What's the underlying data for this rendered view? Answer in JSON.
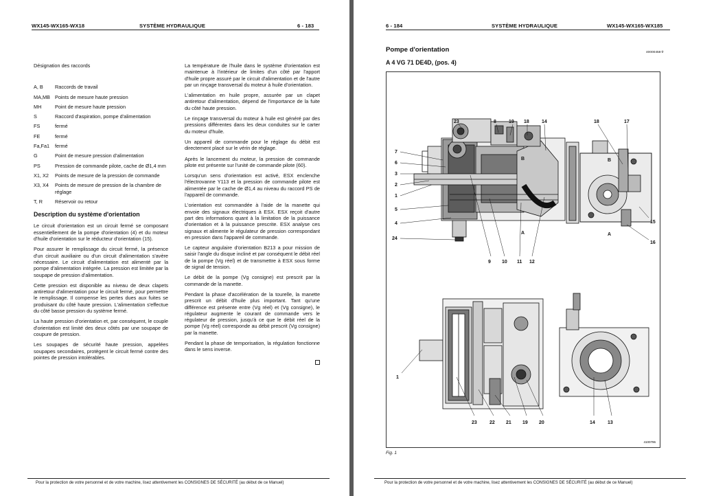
{
  "left": {
    "header": {
      "model": "WX145-WX165-WX18",
      "section": "SYSTÈME HYDRAULIQUE",
      "page": "6 - 183"
    },
    "designation_title": "Désignation des raccords",
    "connections": [
      {
        "code": "A, B",
        "desc": "Raccords de travail"
      },
      {
        "code": "MA,MB",
        "desc": "Points de mesure haute pression"
      },
      {
        "code": "MH",
        "desc": "Point de mesure haute pression"
      },
      {
        "code": "S",
        "desc": "Raccord d'aspiration, pompe d'alimentation"
      },
      {
        "code": "FS",
        "desc": "fermé"
      },
      {
        "code": "FE",
        "desc": "fermé"
      },
      {
        "code": "Fa,Fa1",
        "desc": "fermé"
      },
      {
        "code": "G",
        "desc": "Point de mesure pression d'alimentation"
      },
      {
        "code": "PS",
        "desc": "Pression de commande pilote, cache de Ø1,4 mm"
      },
      {
        "code": "X1, X2",
        "desc": "Points de mesure de la pression de commande"
      },
      {
        "code": "X3, X4",
        "desc": "Points de mesure de pression de la chambre de réglage"
      },
      {
        "code": "T, R",
        "desc": "Réservoir ou retour"
      }
    ],
    "section_title": "Description du système d'orientation",
    "col1_paragraphs": [
      "Le circuit d'orientation est un circuit fermé se composant essentiellement de la pompe d'orientation (4) et du moteur d'huile d'orientation sur le réducteur d'orientation (15).",
      "Pour assurer le remplissage du circuit fermé, la présence d'un circuit auxiliaire ou d'un circuit d'alimentation s'avère nécessaire. Le circuit d'alimentation est alimenté par la pompe d'alimentation intégrée. La pression est limitée par la soupape de pression d'alimentation.",
      "Cette pression est disponible au niveau de deux clapets antiretour d'alimentation pour le circuit fermé, pour permettre le remplissage. Il compense les pertes dues aux fuites se produisant du côté haute pression. L'alimentation s'effectue du côté basse pression du système fermé.",
      "La haute pression d'orientation et, par conséquent, le couple d'orientation est limité des deux côtés par une soupape de coupure de pression.",
      "Les soupapes de sécurité haute pression, appelées soupapes secondaires, protègent le circuit fermé contre des pointes de pression intolérables."
    ],
    "col2_paragraphs": [
      "La température de l'huile dans le système d'orientation est maintenue à l'intérieur de limites d'un côté par l'apport d'huile propre assuré par le circuit d'alimentation et de l'autre par un rinçage transversal du moteur à huile d'orientation.",
      "L'alimentation en huile propre, assurée par un clapet antiretour d'alimentation, dépend de l'importance de la fuite du côté haute pression.",
      "Le rinçage transversal du moteur à huile est généré par des pressions différentes dans les deux conduites sur le carter du moteur d'huile.",
      "Un appareil de commande pour le réglage du débit est directement placé sur le vérin de réglage.",
      "Après le lancement du moteur, la pression de commande pilote est présente sur l'unité de commande pilote (60).",
      "Lorsqu'un sens d'orientation est activé, ESX enclenche l'électrovanne Y113 et la pression de commande pilote est alimentée par le cache de Ø1,4 au niveau du raccord PS de l'appareil de commande.",
      "L'orientation est commandée à l'aide de la manette qui envoie des signaux électriques à ESX. ESX reçoit d'autre part des informations quant à la limitation de la puissance d'orientation et à la puissance prescrite. ESX analyse ces signaux et alimente le régulateur de pression correspondant en pression dans l'appareil de commande.",
      "Le capteur angulaire d'orientation B213 a pour mission de saisir l'angle du disque incliné et par conséquent le débit réel de la pompe (Vg réel) et de transmettre à ESX sous forme de signal de tension.",
      "Le débit de la pompe (Vg consigne) est prescrit par la commande de la manette.",
      "Pendant la phase d'accélération de la tourelle, la manette prescrit un débit d'huile plus important. Tant qu'une différence est présente entre (Vg réel) et (Vg consigne), le régulateur augmente le courant de commande vers le régulateur de pression, jusqu'à ce que le débit réel de la pompe (Vg réel) corresponde au débit prescrit (Vg consigne) par la manette.",
      "Pendant la phase de temporisation, la régulation fonctionne dans le sens inverse."
    ],
    "footer": "Pour la protection de votre personnel et de votre machine, lisez attentivement les CONSIGNES DE SÉCURITÉ (au début de ce Manuel)"
  },
  "right": {
    "header": {
      "page": "6 - 184",
      "section": "SYSTÈME HYDRAULIQUE",
      "model": "WX145-WX165-WX185"
    },
    "title": "Pompe d'orientation",
    "ref_code": "40000458-fr",
    "subtitle": "A 4 VG 71 DE4D, (pos. 4)",
    "figure": {
      "callouts_left": [
        "7",
        "6",
        "3",
        "2",
        "1",
        "5",
        "4",
        "24"
      ],
      "callouts_top": [
        "23",
        "8",
        "19",
        "18",
        "14"
      ],
      "callouts_bottom": [
        "9",
        "10",
        "11",
        "12"
      ],
      "side_callouts_top": [
        "18",
        "17"
      ],
      "side_callouts_right": [
        "15",
        "16"
      ],
      "port_labels": [
        "B",
        "A"
      ],
      "bottom_left_callouts": [
        "1"
      ],
      "bottom_callouts": [
        "23",
        "22",
        "21",
        "19",
        "20"
      ],
      "bottom_right_callouts": [
        "14",
        "13"
      ],
      "drawing_ref": "4100796"
    },
    "fig_caption": "Fig. 1",
    "footer": "Pour la protection de votre personnel et de votre machine, lisez attentivement les CONSIGNES DE SÉCURITÉ (au début de ce Manuel)"
  }
}
